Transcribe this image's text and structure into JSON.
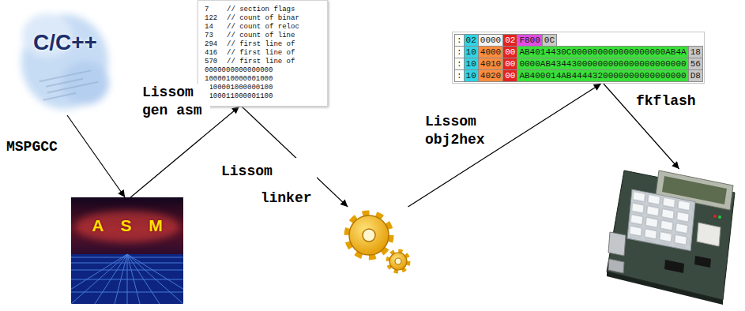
{
  "diagram": {
    "nodes": [
      {
        "text": [
          "C/C++"
        ]
      },
      {
        "text": [
          "A S M"
        ]
      },
      {
        "text": [
          "7",
          "// section flags",
          "122",
          "// count of binar",
          "14",
          "// count of reloc",
          "73",
          "// count of line",
          "294",
          "// first line of",
          "416",
          "// first line of",
          "570",
          "// first line of",
          "0000000000000000",
          "1000010000001000",
          "0100001000000100",
          "1100011000001100"
        ]
      },
      {
        "text": []
      },
      {
        "text": [
          ":",
          "02",
          "0000",
          "02",
          "F800",
          "0C",
          ":",
          "10",
          "4000",
          "00",
          "AB4014430C000000000000000000AB4A",
          "18",
          ":",
          "10",
          "4010",
          "00",
          "0000AB43443000000000000000000000",
          "56",
          ":",
          "10",
          "4020",
          "00",
          "AB400014AB4444320000000000000000",
          "D8"
        ]
      },
      {
        "text": []
      }
    ],
    "edges": [
      {
        "from": 0,
        "to": 1,
        "arrow": "to",
        "label": "MSPGCC"
      },
      {
        "from": 1,
        "to": 2,
        "arrow": "to",
        "label": "Lissom gen asm"
      },
      {
        "from": 2,
        "to": 3,
        "arrow": "to",
        "label": "Lissom linker"
      },
      {
        "from": 3,
        "to": 4,
        "arrow": "to",
        "label": "Lissom obj2hex"
      },
      {
        "from": 4,
        "to": 5,
        "arrow": "to",
        "label": "fkflash"
      }
    ]
  }
}
